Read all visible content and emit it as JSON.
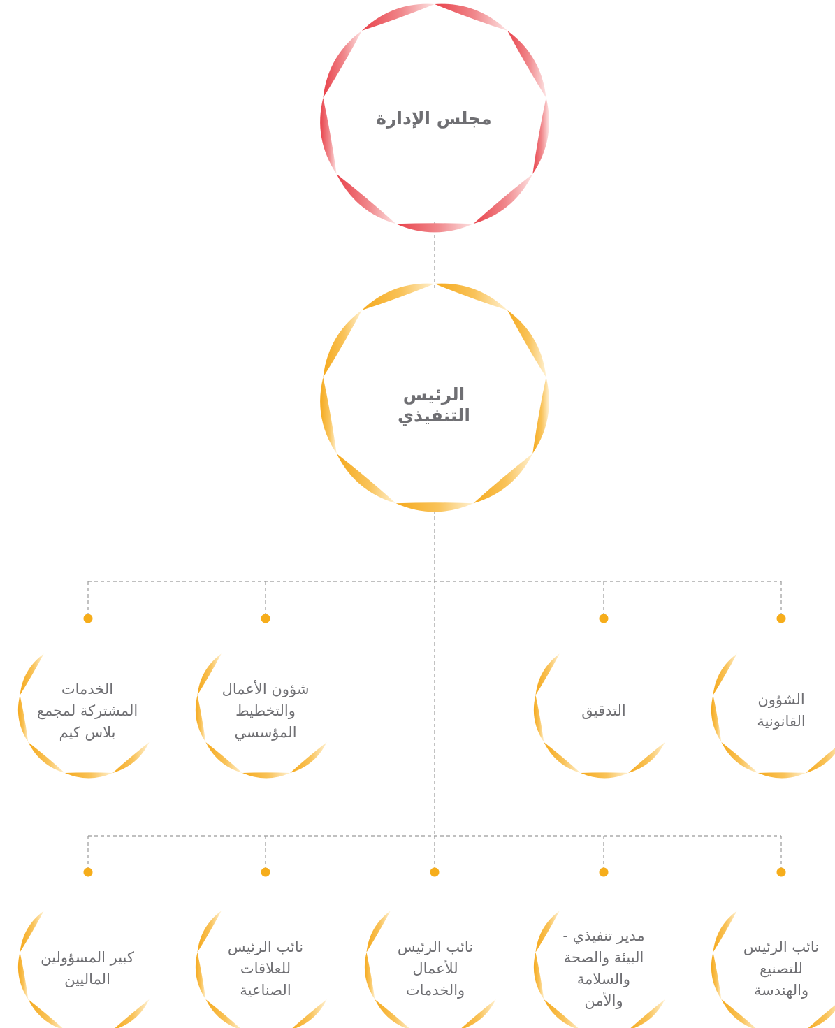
{
  "colors": {
    "board_petal": "#e8414a",
    "ceo_petal": "#f5a91d",
    "connector": "#9a9a9a",
    "dot": "#f6ad1b",
    "text": "#6f6f73"
  },
  "board": {
    "lines": [
      "مجلس الإدارة"
    ]
  },
  "ceo": {
    "lines": [
      "الرئيس",
      "التنفيذي"
    ]
  },
  "row1": [
    {
      "lines": [
        "الشؤون",
        "القانونية"
      ]
    },
    {
      "lines": [
        "التدقيق"
      ]
    },
    {
      "lines": [
        "شؤون الأعمال",
        "والتخطيط",
        "المؤسسي"
      ]
    },
    {
      "lines": [
        "الخدمات",
        "المشتركة لمجمع",
        "بلاس كيم"
      ]
    }
  ],
  "row2": [
    {
      "lines": [
        "نائب الرئيس",
        "للتصنيع",
        "والهندسة"
      ]
    },
    {
      "lines": [
        "مدير تنفيذي -",
        "البيئة والصحة",
        "والسلامة",
        "والأمن"
      ]
    },
    {
      "lines": [
        "نائب الرئيس",
        "للأعمال",
        "والخدمات"
      ]
    },
    {
      "lines": [
        "نائب الرئيس",
        "للعلاقات",
        "الصناعية"
      ]
    },
    {
      "lines": [
        "كبير المسؤولين",
        "الماليين"
      ]
    }
  ]
}
